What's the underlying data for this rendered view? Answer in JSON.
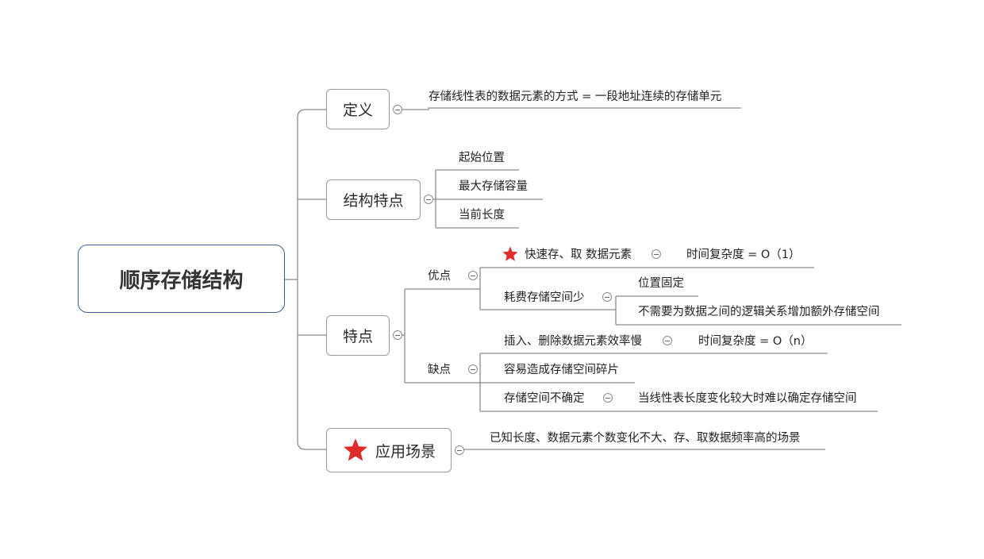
{
  "root": {
    "label": "顺序存储结构"
  },
  "branches": {
    "definition": {
      "label": "定义",
      "text": "存储线性表的数据元素的方式 = 一段地址连续的存储单元"
    },
    "structure": {
      "label": "结构特点",
      "items": [
        "起始位置",
        "最大存储容量",
        "当前长度"
      ]
    },
    "features": {
      "label": "特点",
      "pros": {
        "label": "优点",
        "fast_access": {
          "label": "快速存、取 数据元素",
          "marker": "star-icon",
          "detail": "时间复杂度 = O（1）"
        },
        "low_space": {
          "label": "耗费存储空间少",
          "details": [
            "位置固定",
            "不需要为数据之间的逻辑关系增加额外存储空间"
          ]
        }
      },
      "cons": {
        "label": "缺点",
        "slow_insert": {
          "label": "插入、删除数据元素效率慢",
          "detail": "时间复杂度 = O（n）"
        },
        "fragmentation": {
          "label": "容易造成存储空间碎片"
        },
        "uncertain_space": {
          "label": "存储空间不确定",
          "detail": "当线性表长度变化较大时难以确定存储空间"
        }
      }
    },
    "application": {
      "label": "应用场景",
      "marker": "star-icon",
      "text": "已知长度、数据元素个数变化不大、存、取数据频率高的场景"
    }
  },
  "colors": {
    "line": "#8c8c8c",
    "node_border": "#9a9a9a",
    "root_border": "#3d5c8f",
    "star": "#e02b2b"
  }
}
